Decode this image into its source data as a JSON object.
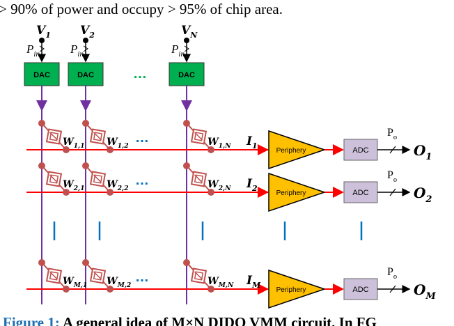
{
  "top_text": "> 90% of power and occupy > 95% of chip area.",
  "inputs": [
    {
      "v": "V",
      "sub": "1",
      "pin": "P",
      "pin_sub": "in",
      "dac": "DAC"
    },
    {
      "v": "V",
      "sub": "2",
      "pin": "P",
      "pin_sub": "in",
      "dac": "DAC"
    },
    {
      "v": "V",
      "sub": "N",
      "pin": "P",
      "pin_sub": "in",
      "dac": "DAC"
    }
  ],
  "weights": [
    [
      "1,1",
      "1,2",
      "1,N"
    ],
    [
      "2,1",
      "2,2",
      "2,N"
    ],
    [
      "M,1",
      "M,2",
      "M,N"
    ]
  ],
  "weight_symbol": "W",
  "rows": [
    {
      "i": "I",
      "i_sub": "1",
      "periphery": "Periphery",
      "adc": "ADC",
      "po": "P",
      "po_sub": "o",
      "o": "O",
      "o_sub": "1"
    },
    {
      "i": "I",
      "i_sub": "2",
      "periphery": "Periphery",
      "adc": "ADC",
      "po": "P",
      "po_sub": "o",
      "o": "O",
      "o_sub": "2"
    },
    {
      "i": "I",
      "i_sub": "M",
      "periphery": "Periphery",
      "adc": "ADC",
      "po": "P",
      "po_sub": "o",
      "o": "O",
      "o_sub": "M"
    }
  ],
  "ellipsis": "…",
  "caption": {
    "label": "Figure 1:",
    "text": " A general idea of M×N DIDO VMM circuit. In FG"
  },
  "colors": {
    "dac": "#00b050",
    "column_line": "#7030a0",
    "row_line": "#ff0000",
    "memristor": "#c0504d",
    "periphery": "#ffc000",
    "adc": "#ccc0da",
    "ellipsis_blue": "#0070c0",
    "caption_label": "#1f6fb5"
  }
}
